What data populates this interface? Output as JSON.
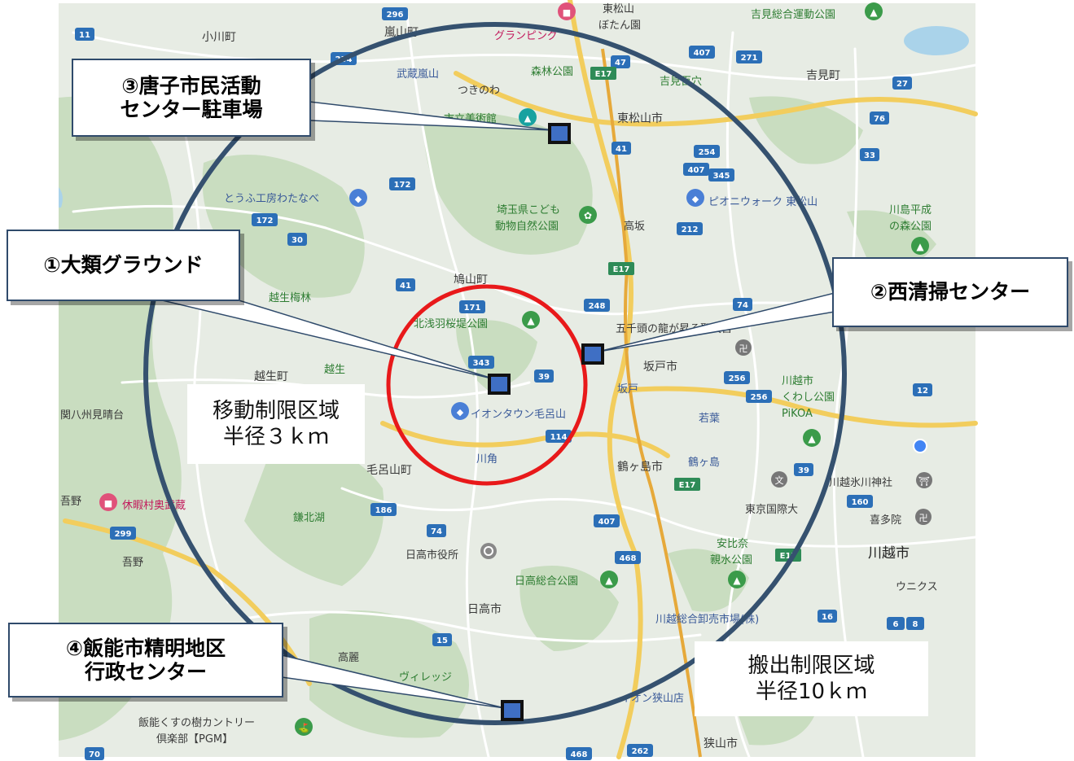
{
  "colors": {
    "land": "#e6ebe3",
    "forest": "#c7ddbf",
    "road_major": "#f3cc5f",
    "road_minor": "#ffffff",
    "water": "#a9d3ea",
    "outer_circle": "#35516f",
    "inner_circle": "#e8191a",
    "marker_fill": "#3f6fc4",
    "marker_border": "#111111",
    "callout_border": "#2f4a6b"
  },
  "map_labels": [
    {
      "id": "ranzan",
      "text": "嵐山町"
    },
    {
      "id": "ogawa",
      "text": "小川町"
    },
    {
      "id": "higashimatsuyama",
      "text": "東松山市"
    },
    {
      "id": "yoshimi",
      "text": "吉見町"
    },
    {
      "id": "hatoyama",
      "text": "鳩山町"
    },
    {
      "id": "sakado",
      "text": "坂戸市"
    },
    {
      "id": "tsurugashima",
      "text": "鶴ヶ島市"
    },
    {
      "id": "moroyama",
      "text": "毛呂山町"
    },
    {
      "id": "ogose",
      "text": "越生町"
    },
    {
      "id": "hidaka",
      "text": "日高市"
    },
    {
      "id": "kawagoe",
      "text": "川越市"
    },
    {
      "id": "sayama",
      "text": "狭山市"
    },
    {
      "id": "higashimatsuyama_top",
      "text": "東松山"
    },
    {
      "id": "botanen",
      "text": "ぼたん園"
    },
    {
      "id": "yoshimi_park",
      "text": "吉見総合運動公園"
    },
    {
      "id": "glamping",
      "text": "グランピング"
    },
    {
      "id": "musashi_ranzan",
      "text": "武蔵嵐山"
    },
    {
      "id": "tsukinowa",
      "text": "つきのわ"
    },
    {
      "id": "shinrin",
      "text": "森林公園"
    },
    {
      "id": "yoshimi_hyakketsu",
      "text": "吉見百穴"
    },
    {
      "id": "art_museum",
      "text": "市立美術館"
    },
    {
      "id": "tofu",
      "text": "とうふ工房わたなべ"
    },
    {
      "id": "saitama_kodomo",
      "text": "埼玉県こども"
    },
    {
      "id": "doubutsu",
      "text": "動物自然公園"
    },
    {
      "id": "pioneer",
      "text": "ピオニウォーク 東松山"
    },
    {
      "id": "takasaka",
      "text": "高坂"
    },
    {
      "id": "kawajima1",
      "text": "川島平成"
    },
    {
      "id": "kawajima2",
      "text": "の森公園"
    },
    {
      "id": "ogose_bairin",
      "text": "越生梅林"
    },
    {
      "id": "kitaasaba",
      "text": "北浅羽桜堤公園"
    },
    {
      "id": "gosenzu",
      "text": "五千頭の龍が昇る聖天宮"
    },
    {
      "id": "ogose_st",
      "text": "越生"
    },
    {
      "id": "aeon_moroyama",
      "text": "イオンタウン毛呂山"
    },
    {
      "id": "kawakado",
      "text": "川角"
    },
    {
      "id": "sakado_st",
      "text": "坂戸"
    },
    {
      "id": "wakaba",
      "text": "若葉"
    },
    {
      "id": "kawagoe_kuwashi1",
      "text": "川越市"
    },
    {
      "id": "kawagoe_kuwashi2",
      "text": "くわし公園"
    },
    {
      "id": "pikoa",
      "text": "PiKOA"
    },
    {
      "id": "hasshu",
      "text": "関八州見晴台"
    },
    {
      "id": "kyukamura",
      "text": "休暇村奥武蔵"
    },
    {
      "id": "kamaki",
      "text": "鎌北湖"
    },
    {
      "id": "tsurugashima_st",
      "text": "鶴ヶ島"
    },
    {
      "id": "tokyo_kokusai",
      "text": "東京国際大"
    },
    {
      "id": "kawagoe_hikawa",
      "text": "川越氷川神社"
    },
    {
      "id": "kitain",
      "text": "喜多院"
    },
    {
      "id": "hidaka_office",
      "text": "日高市役所"
    },
    {
      "id": "abina1",
      "text": "安比奈"
    },
    {
      "id": "abina2",
      "text": "親水公園"
    },
    {
      "id": "hidaka_park",
      "text": "日高総合公園"
    },
    {
      "id": "kawagoe_market",
      "text": "川越総合卸売市場(株)"
    },
    {
      "id": "unicus",
      "text": "ウニクス"
    },
    {
      "id": "koma",
      "text": "高麗"
    },
    {
      "id": "village",
      "text": "ヴィレッジ"
    },
    {
      "id": "aeon_sayama",
      "text": "イオン狭山店"
    },
    {
      "id": "agano1",
      "text": "吾野"
    },
    {
      "id": "agano2",
      "text": "吾野"
    },
    {
      "id": "kusunoki1",
      "text": "飯能くすの樹カントリー"
    },
    {
      "id": "kusunoki2",
      "text": "倶楽部【PGM】"
    }
  ],
  "route_shields": [
    "296",
    "11",
    "254",
    "47",
    "407",
    "271",
    "27",
    "76",
    "33",
    "172",
    "41",
    "254",
    "407",
    "345",
    "172",
    "30",
    "212",
    "41",
    "171",
    "248",
    "74",
    "343",
    "39",
    "256",
    "256",
    "12",
    "114",
    "39",
    "186",
    "160",
    "74",
    "407",
    "468",
    "16",
    "299",
    "15",
    "6",
    "8",
    "262",
    "70",
    "468",
    "E17",
    "E17",
    "E17",
    "E17"
  ],
  "callouts": {
    "site1": "①大類グラウンド",
    "site2": "②西清掃センター",
    "site3_line1": "③唐子市民活動",
    "site3_line2": "センター駐車場",
    "site4_line1": "④飯能市精明地区",
    "site4_line2": "行政センター"
  },
  "zones": {
    "movement_line1": "移動制限区域",
    "movement_line2": "半径３ｋｍ",
    "shipping_line1": "搬出制限区域",
    "shipping_line2": "半径10ｋｍ"
  }
}
